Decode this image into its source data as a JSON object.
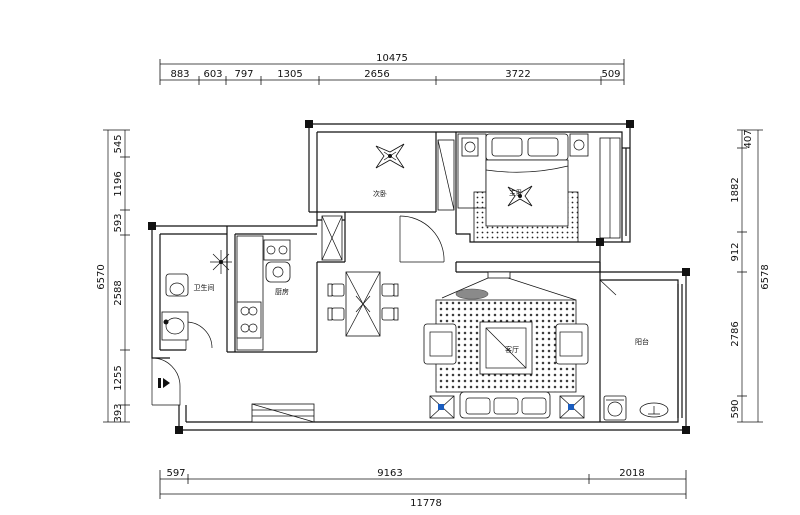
{
  "dimensions": {
    "top_total": "10475",
    "top_segments": [
      "883",
      "603",
      "797",
      "1305",
      "2656",
      "3722",
      "509"
    ],
    "left_total": "6570",
    "left_segments": [
      "545",
      "1196",
      "593",
      "2588",
      "1255",
      "393"
    ],
    "right_total": "6578",
    "right_segments": [
      "407",
      "1882",
      "912",
      "2786",
      "590"
    ],
    "bottom_total": "11778",
    "bottom_segments": [
      "597",
      "9163",
      "2018"
    ]
  },
  "rooms": {
    "second_bedroom": "次卧",
    "master_bedroom": "主卧",
    "bathroom": "卫生间",
    "kitchen": "厨房",
    "living_room": "客厅",
    "balcony": "阳台"
  }
}
